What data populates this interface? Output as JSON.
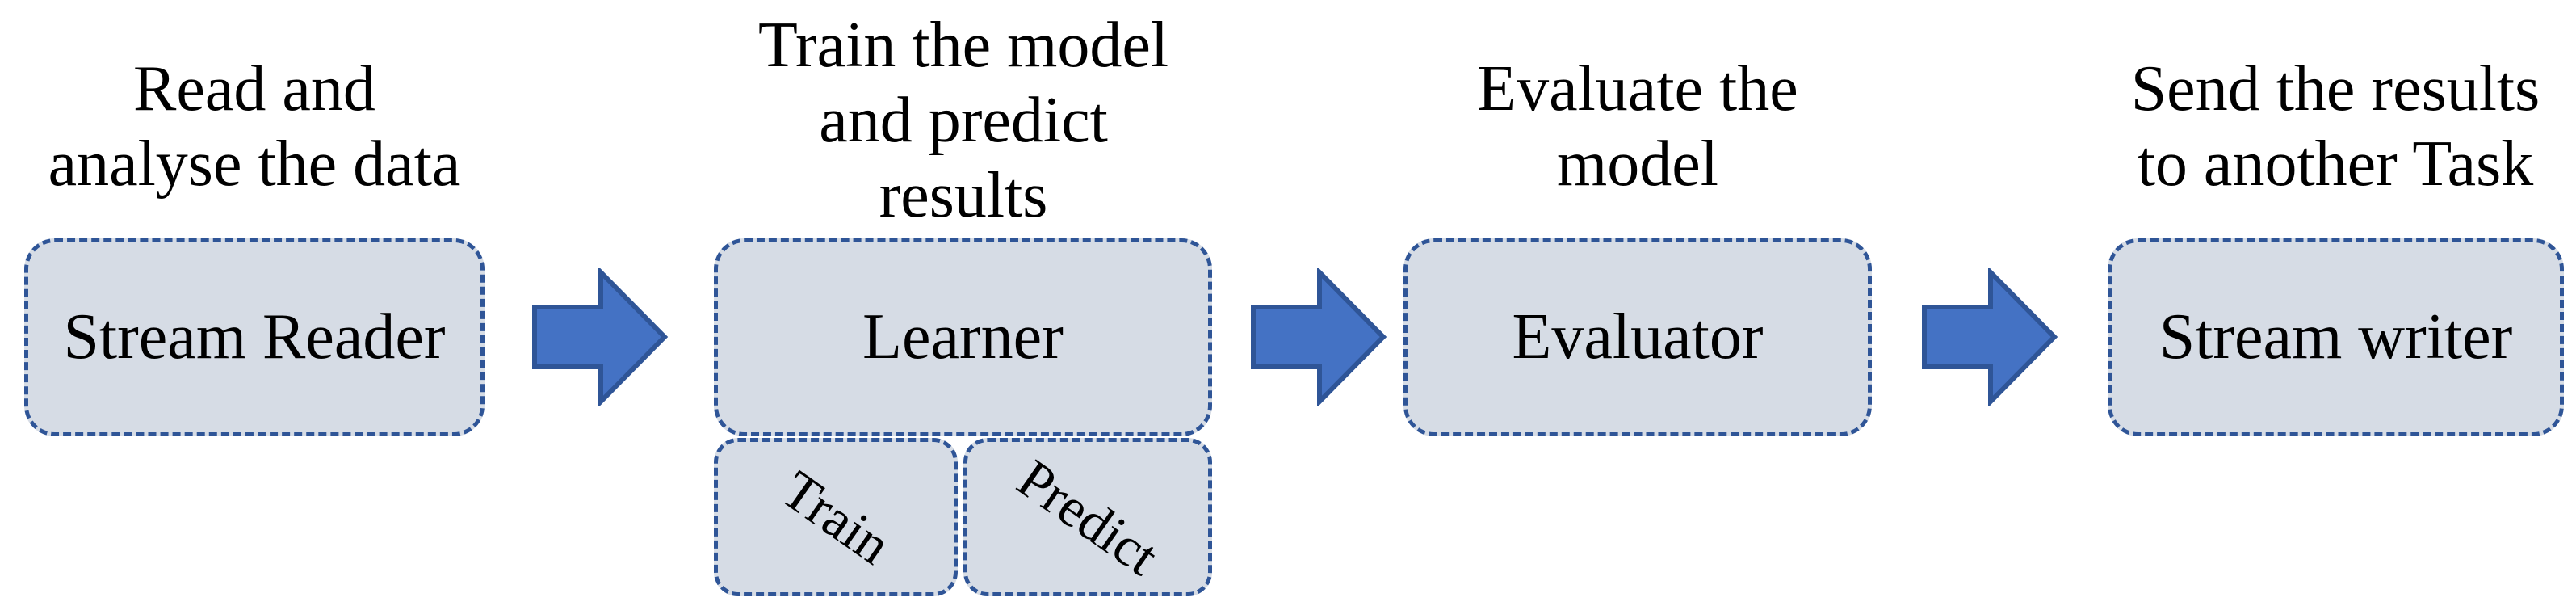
{
  "colors": {
    "box_fill": "#D6DCE5",
    "box_border": "#2F5597",
    "arrow_fill": "#4472C4",
    "arrow_border": "#2F5597",
    "text": "#000000",
    "background": "#FFFFFF"
  },
  "stages": [
    {
      "caption": "Read and\nanalyse the data",
      "label": "Stream Reader"
    },
    {
      "caption": "Train the model\nand predict\nresults",
      "label": "Learner",
      "sub": [
        {
          "label": "Train"
        },
        {
          "label": "Predict"
        }
      ]
    },
    {
      "caption": "Evaluate the\nmodel",
      "label": "Evaluator"
    },
    {
      "caption": "Send the results\nto another Task",
      "label": "Stream writer"
    }
  ]
}
